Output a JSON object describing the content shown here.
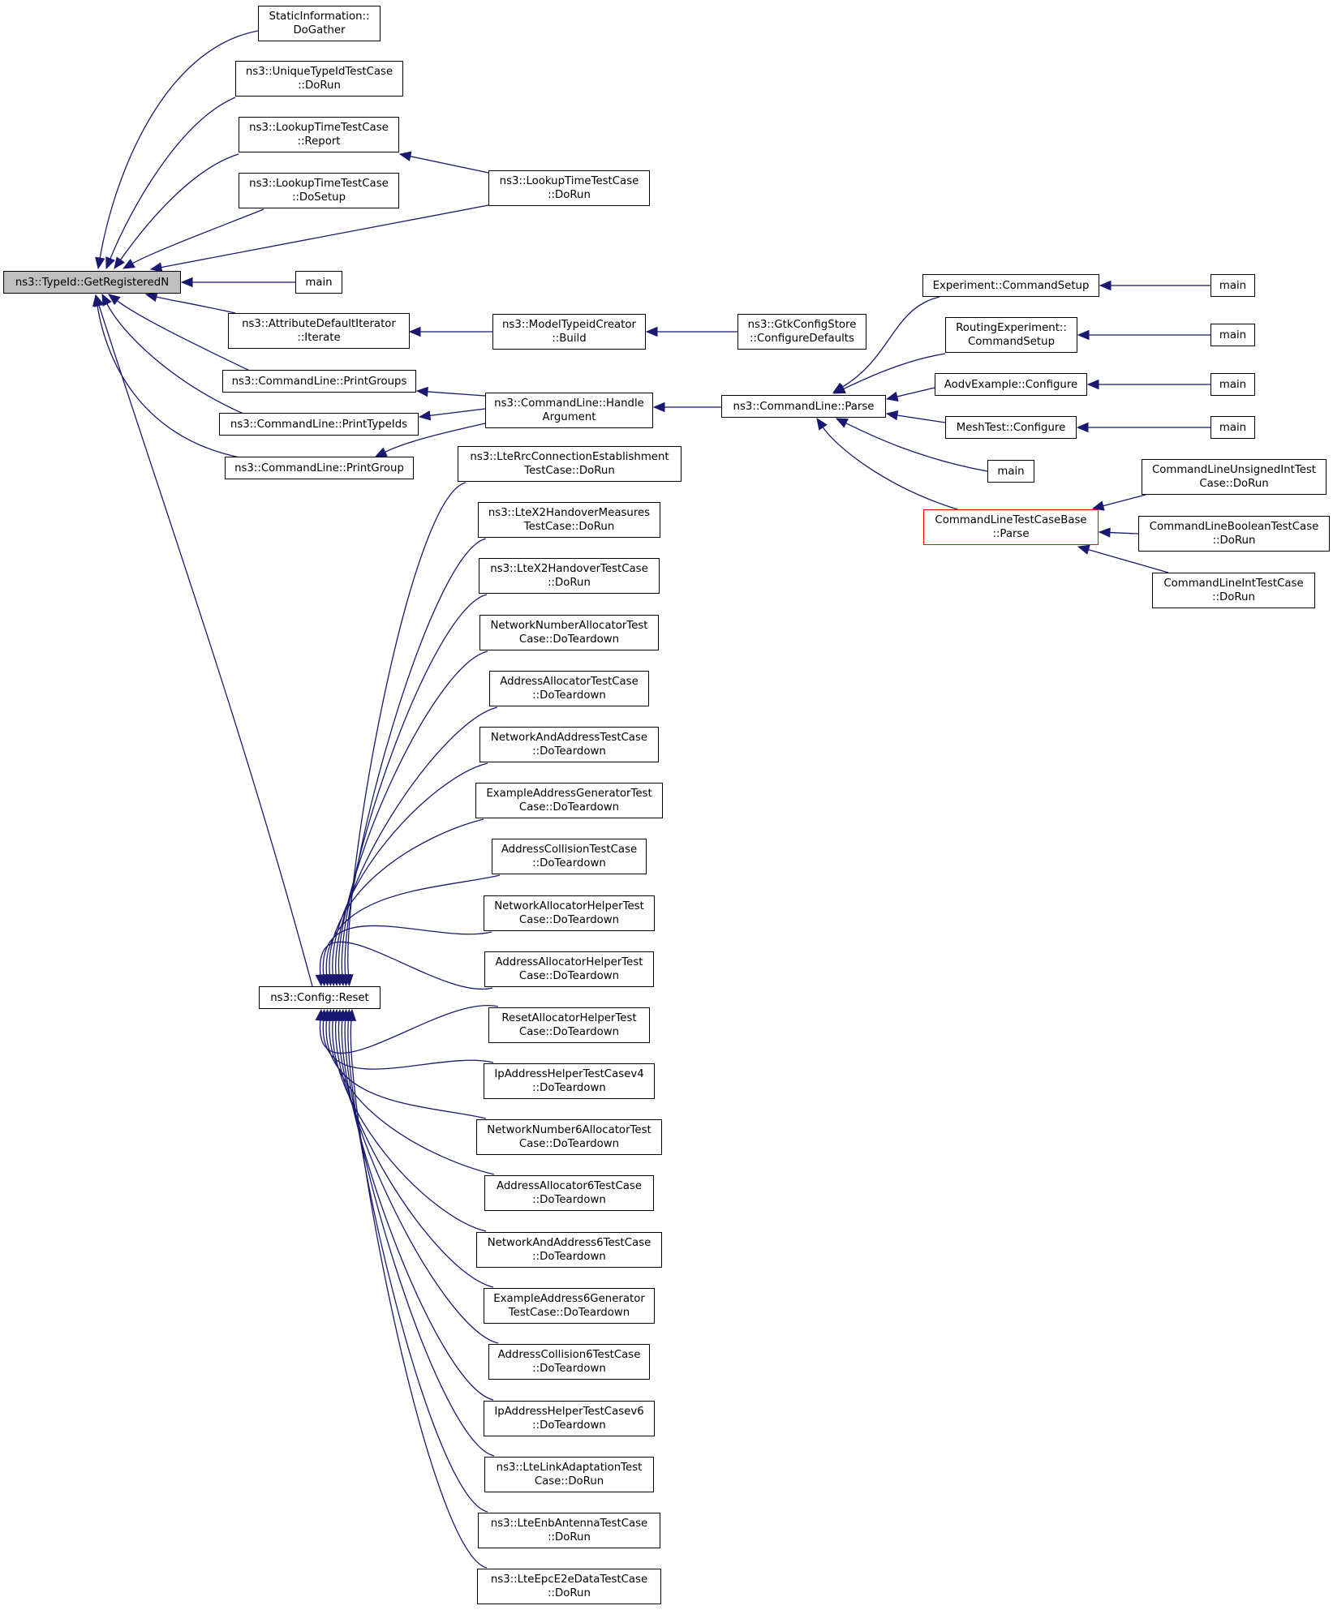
{
  "diagram": {
    "type": "doxygen-caller-graph",
    "colors": {
      "edge": "#191970",
      "node_border": "#000000",
      "root_fill": "#bfbfbf",
      "truncated_border": "#ff0000"
    },
    "nodes": {
      "root": "ns3::TypeId::GetRegisteredN",
      "static_info_dogather": [
        "StaticInformation::",
        "DoGather"
      ],
      "uniquetypeid_dorun": [
        "ns3::UniqueTypeIdTestCase",
        "::DoRun"
      ],
      "lookuptime_report": [
        "ns3::LookupTimeTestCase",
        "::Report"
      ],
      "lookuptime_dosetup": [
        "ns3::LookupTimeTestCase",
        "::DoSetup"
      ],
      "lookuptime_dorun": [
        "ns3::LookupTimeTestCase",
        "::DoRun"
      ],
      "main_a": "main",
      "attr_iterate": [
        "ns3::AttributeDefaultIterator",
        "::Iterate"
      ],
      "modeltypeid_build": [
        "ns3::ModelTypeidCreator",
        "::Build"
      ],
      "gtk_configure": [
        "ns3::GtkConfigStore",
        "::ConfigureDefaults"
      ],
      "print_groups": "ns3::CommandLine::PrintGroups",
      "print_typeids": "ns3::CommandLine::PrintTypeIds",
      "print_group": "ns3::CommandLine::PrintGroup",
      "handle_argument": [
        "ns3::CommandLine::Handle",
        "Argument"
      ],
      "cmdline_parse": "ns3::CommandLine::Parse",
      "exp_commandsetup": "Experiment::CommandSetup",
      "routing_commandsetup": [
        "RoutingExperiment::",
        "CommandSetup"
      ],
      "aodv_configure": "AodvExample::Configure",
      "mesh_configure": "MeshTest::Configure",
      "main_b": "main",
      "main_c": "main",
      "main_d": "main",
      "main_e": "main",
      "main_f": "main",
      "cltcb_parse": [
        "CommandLineTestCaseBase",
        "::Parse"
      ],
      "cl_unsigned": [
        "CommandLineUnsignedIntTest",
        "Case::DoRun"
      ],
      "cl_boolean": [
        "CommandLineBooleanTestCase",
        "::DoRun"
      ],
      "cl_int": [
        "CommandLineIntTestCase",
        "::DoRun"
      ],
      "config_reset": "ns3::Config::Reset",
      "lte_rrc": [
        "ns3::LteRrcConnectionEstablishment",
        "TestCase::DoRun"
      ],
      "lte_x2_meas": [
        "ns3::LteX2HandoverMeasures",
        "TestCase::DoRun"
      ],
      "lte_x2_ho": [
        "ns3::LteX2HandoverTestCase",
        "::DoRun"
      ],
      "netnum_alloc": [
        "NetworkNumberAllocatorTest",
        "Case::DoTeardown"
      ],
      "addr_alloc": [
        "AddressAllocatorTestCase",
        "::DoTeardown"
      ],
      "net_addr": [
        "NetworkAndAddressTestCase",
        "::DoTeardown"
      ],
      "ex_addr_gen": [
        "ExampleAddressGeneratorTest",
        "Case::DoTeardown"
      ],
      "addr_coll": [
        "AddressCollisionTestCase",
        "::DoTeardown"
      ],
      "net_alloc_helper": [
        "NetworkAllocatorHelperTest",
        "Case::DoTeardown"
      ],
      "addr_alloc_helper": [
        "AddressAllocatorHelperTest",
        "Case::DoTeardown"
      ],
      "reset_alloc_helper": [
        "ResetAllocatorHelperTest",
        "Case::DoTeardown"
      ],
      "ip_helper_v4": [
        "IpAddressHelperTestCasev4",
        "::DoTeardown"
      ],
      "netnum6_alloc": [
        "NetworkNumber6AllocatorTest",
        "Case::DoTeardown"
      ],
      "addr6_alloc": [
        "AddressAllocator6TestCase",
        "::DoTeardown"
      ],
      "net_addr6": [
        "NetworkAndAddress6TestCase",
        "::DoTeardown"
      ],
      "ex_addr6_gen": [
        "ExampleAddress6Generator",
        "TestCase::DoTeardown"
      ],
      "addr_coll6": [
        "AddressCollision6TestCase",
        "::DoTeardown"
      ],
      "ip_helper_v6": [
        "IpAddressHelperTestCasev6",
        "::DoTeardown"
      ],
      "lte_link_adapt": [
        "ns3::LteLinkAdaptationTest",
        "Case::DoRun"
      ],
      "lte_enb_antenna": [
        "ns3::LteEnbAntennaTestCase",
        "::DoRun"
      ],
      "lte_epc_e2e": [
        "ns3::LteEpcE2eDataTestCase",
        "::DoRun"
      ]
    }
  }
}
